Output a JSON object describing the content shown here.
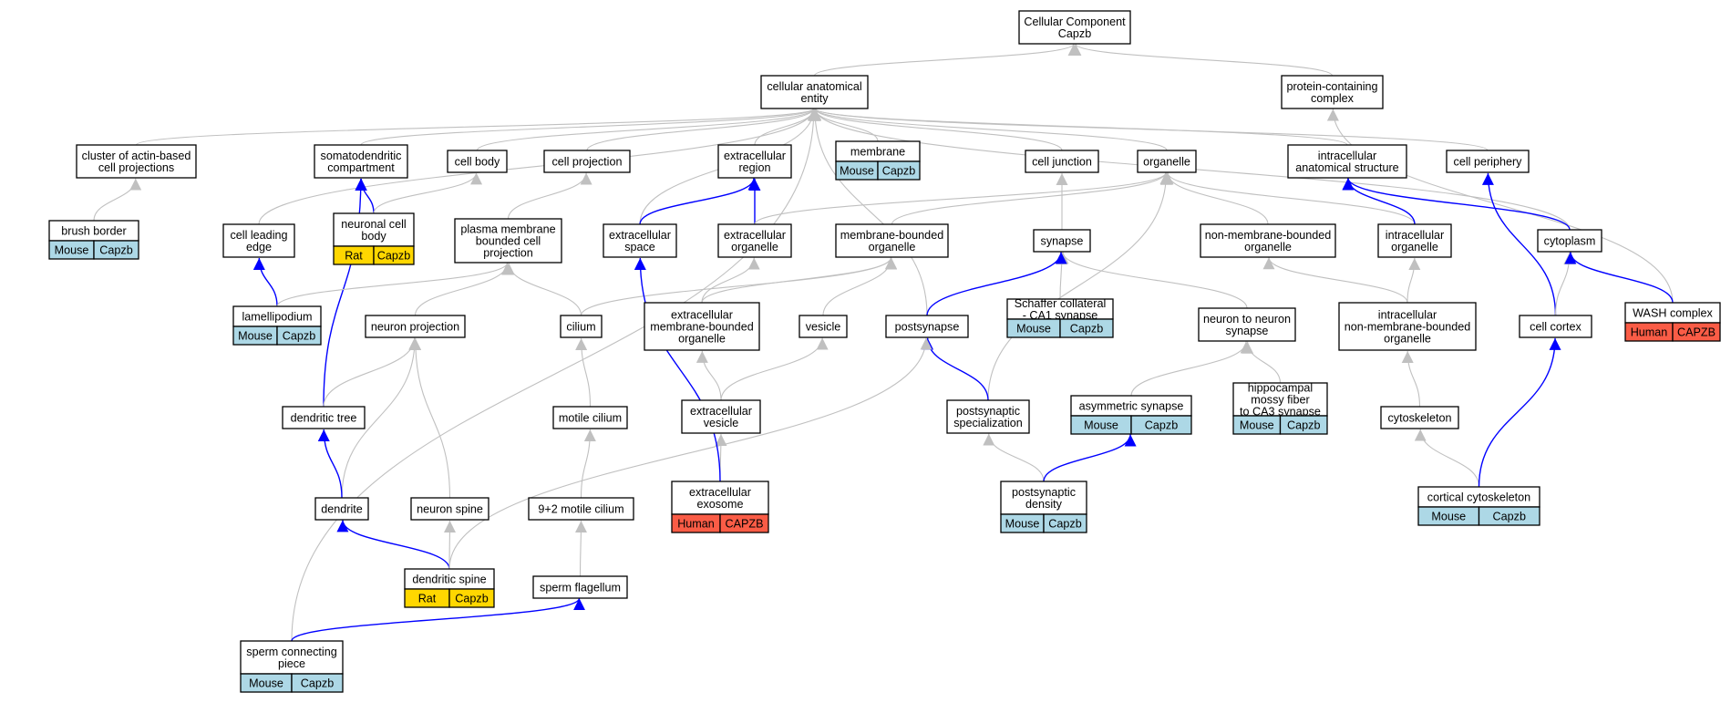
{
  "colors": {
    "edge_is_a": "#c0c0c0",
    "edge_part_of": "#0000ff",
    "species_mouse": "#add8e6",
    "species_rat": "#ffd700",
    "species_human": "#fa5c46",
    "node_fill": "#ffffff",
    "node_stroke": "#000000"
  },
  "nodes": [
    {
      "id": "cc_root",
      "lines": [
        "Cellular Component",
        "Capzb"
      ]
    },
    {
      "id": "cae",
      "lines": [
        "cellular anatomical",
        "entity"
      ]
    },
    {
      "id": "pcc",
      "lines": [
        "protein-containing",
        "complex"
      ]
    },
    {
      "id": "cacp",
      "lines": [
        "cluster of actin-based",
        "cell projections"
      ]
    },
    {
      "id": "somato",
      "lines": [
        "somatodendritic",
        "compartment"
      ]
    },
    {
      "id": "cellbody",
      "lines": [
        "cell body"
      ]
    },
    {
      "id": "cellproj",
      "lines": [
        "cell projection"
      ]
    },
    {
      "id": "extreg",
      "lines": [
        "extracellular",
        "region"
      ]
    },
    {
      "id": "membrane",
      "lines": [
        "membrane"
      ],
      "species": [
        {
          "name": "Mouse",
          "gene": "Capzb",
          "kind": "mouse"
        }
      ]
    },
    {
      "id": "celljunc",
      "lines": [
        "cell junction"
      ]
    },
    {
      "id": "organelle",
      "lines": [
        "organelle"
      ]
    },
    {
      "id": "ias",
      "lines": [
        "intracellular",
        "anatomical structure"
      ]
    },
    {
      "id": "cellper",
      "lines": [
        "cell periphery"
      ]
    },
    {
      "id": "brush",
      "lines": [
        "brush border"
      ],
      "species": [
        {
          "name": "Mouse",
          "gene": "Capzb",
          "kind": "mouse"
        }
      ]
    },
    {
      "id": "leading",
      "lines": [
        "cell leading",
        "edge"
      ]
    },
    {
      "id": "ncb",
      "lines": [
        "neuronal cell",
        "body"
      ],
      "species": [
        {
          "name": "Rat",
          "gene": "Capzb",
          "kind": "rat"
        }
      ]
    },
    {
      "id": "pmbcp",
      "lines": [
        "plasma membrane",
        "bounded cell",
        "projection"
      ]
    },
    {
      "id": "extspace",
      "lines": [
        "extracellular",
        "space"
      ]
    },
    {
      "id": "extorg",
      "lines": [
        "extracellular",
        "organelle"
      ]
    },
    {
      "id": "mbo",
      "lines": [
        "membrane-bounded",
        "organelle"
      ]
    },
    {
      "id": "synapse",
      "lines": [
        "synapse"
      ]
    },
    {
      "id": "nmbo",
      "lines": [
        "non-membrane-bounded",
        "organelle"
      ]
    },
    {
      "id": "intraorg",
      "lines": [
        "intracellular",
        "organelle"
      ]
    },
    {
      "id": "cytoplasm",
      "lines": [
        "cytoplasm"
      ]
    },
    {
      "id": "lamelli",
      "lines": [
        "lamellipodium"
      ],
      "species": [
        {
          "name": "Mouse",
          "gene": "Capzb",
          "kind": "mouse"
        }
      ]
    },
    {
      "id": "neuproj",
      "lines": [
        "neuron projection"
      ]
    },
    {
      "id": "cilium",
      "lines": [
        "cilium"
      ]
    },
    {
      "id": "embo",
      "lines": [
        "extracellular",
        "membrane-bounded",
        "organelle"
      ]
    },
    {
      "id": "vesicle",
      "lines": [
        "vesicle"
      ]
    },
    {
      "id": "postsyn",
      "lines": [
        "postsynapse"
      ]
    },
    {
      "id": "schaffer",
      "lines": [
        "Schaffer collateral",
        "- CA1 synapse"
      ],
      "species": [
        {
          "name": "Mouse",
          "gene": "Capzb",
          "kind": "mouse"
        }
      ]
    },
    {
      "id": "n2n",
      "lines": [
        "neuron to neuron",
        "synapse"
      ]
    },
    {
      "id": "inmbo",
      "lines": [
        "intracellular",
        "non-membrane-bounded",
        "organelle"
      ]
    },
    {
      "id": "cortex",
      "lines": [
        "cell cortex"
      ]
    },
    {
      "id": "wash",
      "lines": [
        "WASH complex"
      ],
      "species": [
        {
          "name": "Human",
          "gene": "CAPZB",
          "kind": "human"
        }
      ]
    },
    {
      "id": "dtree",
      "lines": [
        "dendritic tree"
      ]
    },
    {
      "id": "motile",
      "lines": [
        "motile cilium"
      ]
    },
    {
      "id": "extves",
      "lines": [
        "extracellular",
        "vesicle"
      ]
    },
    {
      "id": "pss",
      "lines": [
        "postsynaptic",
        "specialization"
      ]
    },
    {
      "id": "asym",
      "lines": [
        "asymmetric synapse"
      ],
      "species": [
        {
          "name": "Mouse",
          "gene": "Capzb",
          "kind": "mouse"
        }
      ]
    },
    {
      "id": "hippo",
      "lines": [
        "hippocampal",
        "mossy fiber",
        "to CA3 synapse"
      ],
      "species": [
        {
          "name": "Mouse",
          "gene": "Capzb",
          "kind": "mouse"
        }
      ]
    },
    {
      "id": "cytoskel",
      "lines": [
        "cytoskeleton"
      ]
    },
    {
      "id": "dendrite",
      "lines": [
        "dendrite"
      ]
    },
    {
      "id": "nspine",
      "lines": [
        "neuron spine"
      ]
    },
    {
      "id": "nine2",
      "lines": [
        "9+2 motile cilium"
      ]
    },
    {
      "id": "exosome",
      "lines": [
        "extracellular",
        "exosome"
      ],
      "species": [
        {
          "name": "Human",
          "gene": "CAPZB",
          "kind": "human"
        }
      ]
    },
    {
      "id": "psd",
      "lines": [
        "postsynaptic",
        "density"
      ],
      "species": [
        {
          "name": "Mouse",
          "gene": "Capzb",
          "kind": "mouse"
        }
      ]
    },
    {
      "id": "corticalcs",
      "lines": [
        "cortical cytoskeleton"
      ],
      "species": [
        {
          "name": "Mouse",
          "gene": "Capzb",
          "kind": "mouse"
        }
      ]
    },
    {
      "id": "dspine",
      "lines": [
        "dendritic spine"
      ],
      "species": [
        {
          "name": "Rat",
          "gene": "Capzb",
          "kind": "rat"
        }
      ]
    },
    {
      "id": "sflag",
      "lines": [
        "sperm flagellum"
      ]
    },
    {
      "id": "scp",
      "lines": [
        "sperm connecting",
        "piece"
      ],
      "species": [
        {
          "name": "Mouse",
          "gene": "Capzb",
          "kind": "mouse"
        }
      ]
    }
  ],
  "edges": [
    {
      "from": "cae",
      "to": "cc_root",
      "kind": "is_a"
    },
    {
      "from": "pcc",
      "to": "cc_root",
      "kind": "is_a"
    },
    {
      "from": "wash",
      "to": "pcc",
      "kind": "is_a"
    },
    {
      "from": "cacp",
      "to": "cae",
      "kind": "is_a"
    },
    {
      "from": "somato",
      "to": "cae",
      "kind": "is_a"
    },
    {
      "from": "cellbody",
      "to": "cae",
      "kind": "is_a"
    },
    {
      "from": "cellproj",
      "to": "cae",
      "kind": "is_a"
    },
    {
      "from": "extreg",
      "to": "cae",
      "kind": "is_a"
    },
    {
      "from": "membrane",
      "to": "cae",
      "kind": "is_a"
    },
    {
      "from": "celljunc",
      "to": "cae",
      "kind": "is_a"
    },
    {
      "from": "organelle",
      "to": "cae",
      "kind": "is_a"
    },
    {
      "from": "ias",
      "to": "cae",
      "kind": "is_a"
    },
    {
      "from": "cellper",
      "to": "cae",
      "kind": "is_a"
    },
    {
      "from": "leading",
      "to": "cae",
      "kind": "is_a"
    },
    {
      "from": "extspace",
      "to": "cae",
      "kind": "is_a"
    },
    {
      "from": "postsyn",
      "to": "cae",
      "kind": "is_a"
    },
    {
      "from": "cytoplasm",
      "to": "cae",
      "kind": "is_a"
    },
    {
      "from": "scp",
      "to": "cae",
      "kind": "is_a"
    },
    {
      "from": "brush",
      "to": "cacp",
      "kind": "is_a"
    },
    {
      "from": "ncb",
      "to": "somato",
      "kind": "part_of"
    },
    {
      "from": "ncb",
      "to": "cellbody",
      "kind": "is_a"
    },
    {
      "from": "dtree",
      "to": "somato",
      "kind": "part_of"
    },
    {
      "from": "lamelli",
      "to": "leading",
      "kind": "part_of"
    },
    {
      "from": "lamelli",
      "to": "pmbcp",
      "kind": "is_a"
    },
    {
      "from": "pmbcp",
      "to": "cellproj",
      "kind": "is_a"
    },
    {
      "from": "extspace",
      "to": "extreg",
      "kind": "part_of"
    },
    {
      "from": "extorg",
      "to": "extreg",
      "kind": "part_of"
    },
    {
      "from": "extorg",
      "to": "organelle",
      "kind": "is_a"
    },
    {
      "from": "mbo",
      "to": "organelle",
      "kind": "is_a"
    },
    {
      "from": "nmbo",
      "to": "organelle",
      "kind": "is_a"
    },
    {
      "from": "intraorg",
      "to": "organelle",
      "kind": "is_a"
    },
    {
      "from": "pss",
      "to": "organelle",
      "kind": "is_a"
    },
    {
      "from": "synapse",
      "to": "celljunc",
      "kind": "is_a"
    },
    {
      "from": "schaffer",
      "to": "synapse",
      "kind": "is_a"
    },
    {
      "from": "n2n",
      "to": "synapse",
      "kind": "is_a"
    },
    {
      "from": "postsyn",
      "to": "synapse",
      "kind": "part_of"
    },
    {
      "from": "intraorg",
      "to": "ias",
      "kind": "part_of"
    },
    {
      "from": "cytoplasm",
      "to": "ias",
      "kind": "part_of"
    },
    {
      "from": "cortex",
      "to": "cellper",
      "kind": "part_of"
    },
    {
      "from": "inmbo",
      "to": "nmbo",
      "kind": "is_a"
    },
    {
      "from": "inmbo",
      "to": "intraorg",
      "kind": "is_a"
    },
    {
      "from": "cortex",
      "to": "cytoplasm",
      "kind": "is_a"
    },
    {
      "from": "wash",
      "to": "cytoplasm",
      "kind": "part_of"
    },
    {
      "from": "neuproj",
      "to": "pmbcp",
      "kind": "is_a"
    },
    {
      "from": "cilium",
      "to": "pmbcp",
      "kind": "is_a"
    },
    {
      "from": "cilium",
      "to": "mbo",
      "kind": "is_a"
    },
    {
      "from": "embo",
      "to": "extorg",
      "kind": "is_a"
    },
    {
      "from": "embo",
      "to": "mbo",
      "kind": "is_a"
    },
    {
      "from": "vesicle",
      "to": "mbo",
      "kind": "is_a"
    },
    {
      "from": "dtree",
      "to": "neuproj",
      "kind": "is_a"
    },
    {
      "from": "dendrite",
      "to": "neuproj",
      "kind": "is_a"
    },
    {
      "from": "nspine",
      "to": "neuproj",
      "kind": "is_a"
    },
    {
      "from": "motile",
      "to": "cilium",
      "kind": "is_a"
    },
    {
      "from": "extves",
      "to": "embo",
      "kind": "is_a"
    },
    {
      "from": "extves",
      "to": "vesicle",
      "kind": "is_a"
    },
    {
      "from": "pss",
      "to": "postsyn",
      "kind": "part_of"
    },
    {
      "from": "dspine",
      "to": "postsyn",
      "kind": "is_a"
    },
    {
      "from": "asym",
      "to": "n2n",
      "kind": "is_a"
    },
    {
      "from": "hippo",
      "to": "n2n",
      "kind": "is_a"
    },
    {
      "from": "cytoskel",
      "to": "inmbo",
      "kind": "is_a"
    },
    {
      "from": "dendrite",
      "to": "dtree",
      "kind": "part_of"
    },
    {
      "from": "nine2",
      "to": "motile",
      "kind": "is_a"
    },
    {
      "from": "exosome",
      "to": "extves",
      "kind": "is_a"
    },
    {
      "from": "exosome",
      "to": "extspace",
      "kind": "part_of"
    },
    {
      "from": "psd",
      "to": "pss",
      "kind": "is_a"
    },
    {
      "from": "psd",
      "to": "asym",
      "kind": "part_of"
    },
    {
      "from": "corticalcs",
      "to": "cytoskel",
      "kind": "is_a"
    },
    {
      "from": "corticalcs",
      "to": "cortex",
      "kind": "part_of"
    },
    {
      "from": "dspine",
      "to": "dendrite",
      "kind": "part_of"
    },
    {
      "from": "dspine",
      "to": "nspine",
      "kind": "is_a"
    },
    {
      "from": "sflag",
      "to": "nine2",
      "kind": "is_a"
    },
    {
      "from": "scp",
      "to": "sflag",
      "kind": "part_of"
    }
  ]
}
